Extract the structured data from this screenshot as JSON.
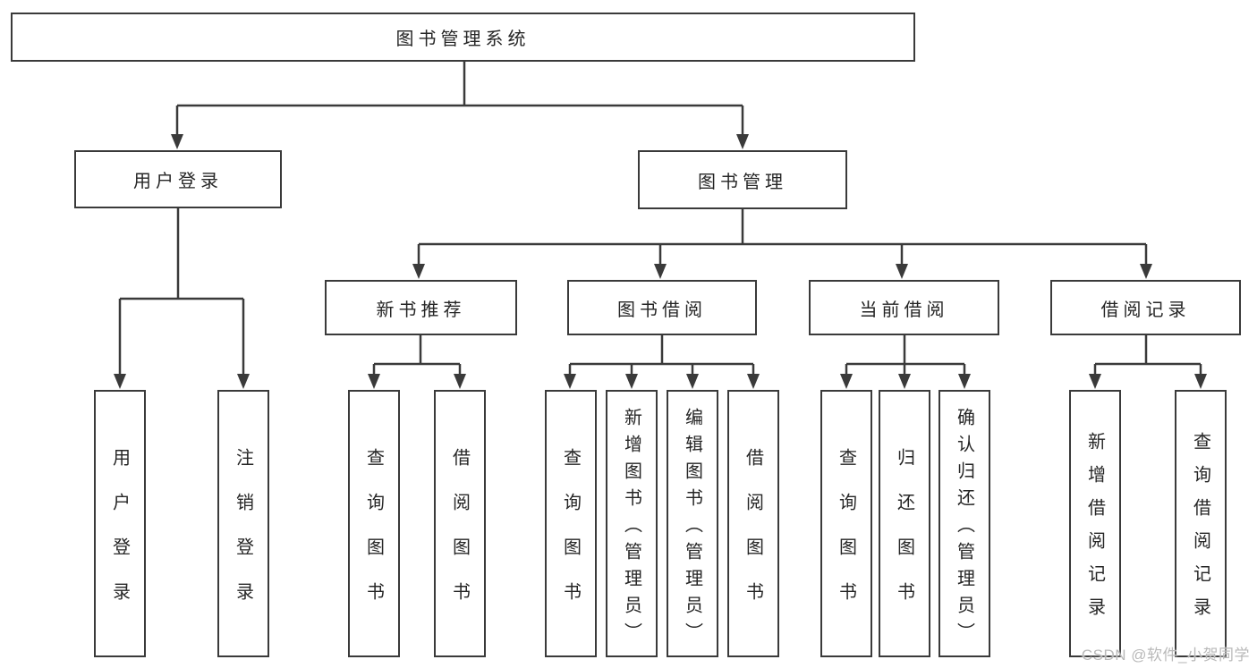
{
  "diagram": {
    "type": "tree",
    "root": {
      "label": "图书管理系统"
    },
    "level2": [
      {
        "label": "用户登录"
      },
      {
        "label": "图书管理"
      }
    ],
    "level3": [
      {
        "label": "新书推荐",
        "parent": "图书管理"
      },
      {
        "label": "图书借阅",
        "parent": "图书管理"
      },
      {
        "label": "当前借阅",
        "parent": "图书管理"
      },
      {
        "label": "借阅记录",
        "parent": "图书管理"
      }
    ],
    "leaves": [
      {
        "label": "用户登录",
        "parent": "用户登录"
      },
      {
        "label": "注销登录",
        "parent": "用户登录"
      },
      {
        "label": "查询图书",
        "parent": "新书推荐"
      },
      {
        "label": "借阅图书",
        "parent": "新书推荐"
      },
      {
        "label": "查询图书",
        "parent": "图书借阅"
      },
      {
        "label": "新增图书（管理员）",
        "parent": "图书借阅"
      },
      {
        "label": "编辑图书（管理员）",
        "parent": "图书借阅"
      },
      {
        "label": "借阅图书",
        "parent": "图书借阅"
      },
      {
        "label": "查询图书",
        "parent": "当前借阅"
      },
      {
        "label": "归还图书",
        "parent": "当前借阅"
      },
      {
        "label": "确认归还（管理员）",
        "parent": "当前借阅"
      },
      {
        "label": "新增借阅记录",
        "parent": "借阅记录"
      },
      {
        "label": "查询借阅记录",
        "parent": "借阅记录"
      }
    ],
    "colors": {
      "line": "#3a3a3a",
      "text": "#262626",
      "background": "#ffffff",
      "watermark_text_color": "#b9b9b9"
    },
    "watermark": "CSDN @软件_小贺同学"
  }
}
